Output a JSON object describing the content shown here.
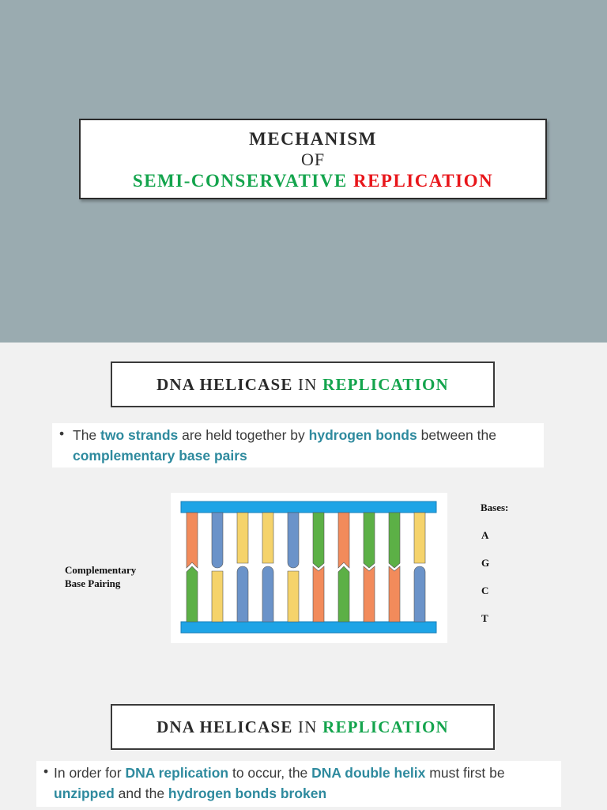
{
  "slide1": {
    "line1": "MECHANISM",
    "line2": "OF",
    "line3_green": "SEMI-CONSERVATIVE",
    "line3_red": "REPLICATION"
  },
  "section1": {
    "heading_bold": "DNA HELICASE",
    "heading_mid": " IN ",
    "heading_green": "REPLICATION",
    "bullet": {
      "t1": "The ",
      "h1": "two strands",
      "t2": " are held together by ",
      "h2": "hydrogen bonds",
      "t3": " between the ",
      "h3": "complementary base pairs"
    },
    "diagram_label_line1": "Complementary",
    "diagram_label_line2": "Base Pairing",
    "bases_label": "Bases:",
    "bases": [
      "A",
      "G",
      "C",
      "T"
    ]
  },
  "diagram": {
    "colors": {
      "backbone": "#1ea4e6",
      "A": "#f28b5b",
      "T": "#f5d36b",
      "G": "#5cb046",
      "C": "#6b93c9"
    },
    "top_bases": [
      "A",
      "C",
      "T",
      "T",
      "C",
      "G",
      "A",
      "G",
      "G",
      "T"
    ],
    "bottom_bases": [
      "G",
      "T",
      "C",
      "C",
      "T",
      "A",
      "G",
      "A",
      "A",
      "C"
    ]
  },
  "section2": {
    "heading_bold": "DNA HELICASE",
    "heading_mid": " IN ",
    "heading_green": "REPLICATION",
    "bullet": {
      "t1": "In order for ",
      "h1": "DNA replication",
      "t2": " to occur, the ",
      "h2": "DNA double helix",
      "t3": " must first be ",
      "h3": "unzipped",
      "t4": " and the ",
      "h4": "hydrogen bonds broken"
    }
  }
}
